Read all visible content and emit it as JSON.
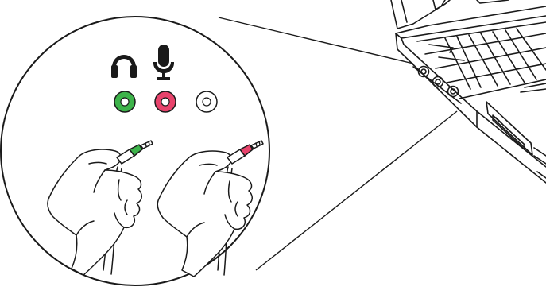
{
  "illustration": {
    "subject": "laptop-audio-jacks-callout",
    "ports": [
      {
        "id": "headphone-port",
        "icon": "headphones-icon",
        "color": "#3db34a"
      },
      {
        "id": "microphone-port",
        "icon": "microphone-icon",
        "color": "#e8436c"
      },
      {
        "id": "line-port",
        "icon": "",
        "color": "#ffffff"
      }
    ],
    "plugs": [
      {
        "id": "headphone-plug",
        "color": "#3db34a"
      },
      {
        "id": "microphone-plug",
        "color": "#e8436c"
      }
    ],
    "colors": {
      "outline": "#1a1a1a",
      "background": "#ffffff",
      "skin": "#ffffff"
    }
  }
}
